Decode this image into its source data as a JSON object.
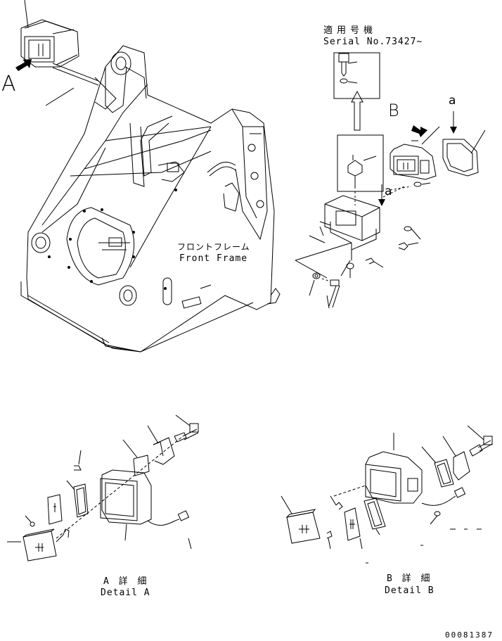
{
  "serial": {
    "title_jp": "適用号機",
    "number": "Serial No.73427~"
  },
  "front_frame": {
    "jp": "フロントフレーム",
    "en": "Front Frame"
  },
  "callouts": {
    "view_a": "A",
    "view_b": "B",
    "ref_a_upper": "a",
    "ref_a_lower": "a"
  },
  "details": {
    "a": {
      "jp": "A 詳 細",
      "en": "Detail A"
    },
    "b": {
      "jp": "B 詳 細",
      "en": "Detail B"
    }
  },
  "drawing_number": "00081387"
}
